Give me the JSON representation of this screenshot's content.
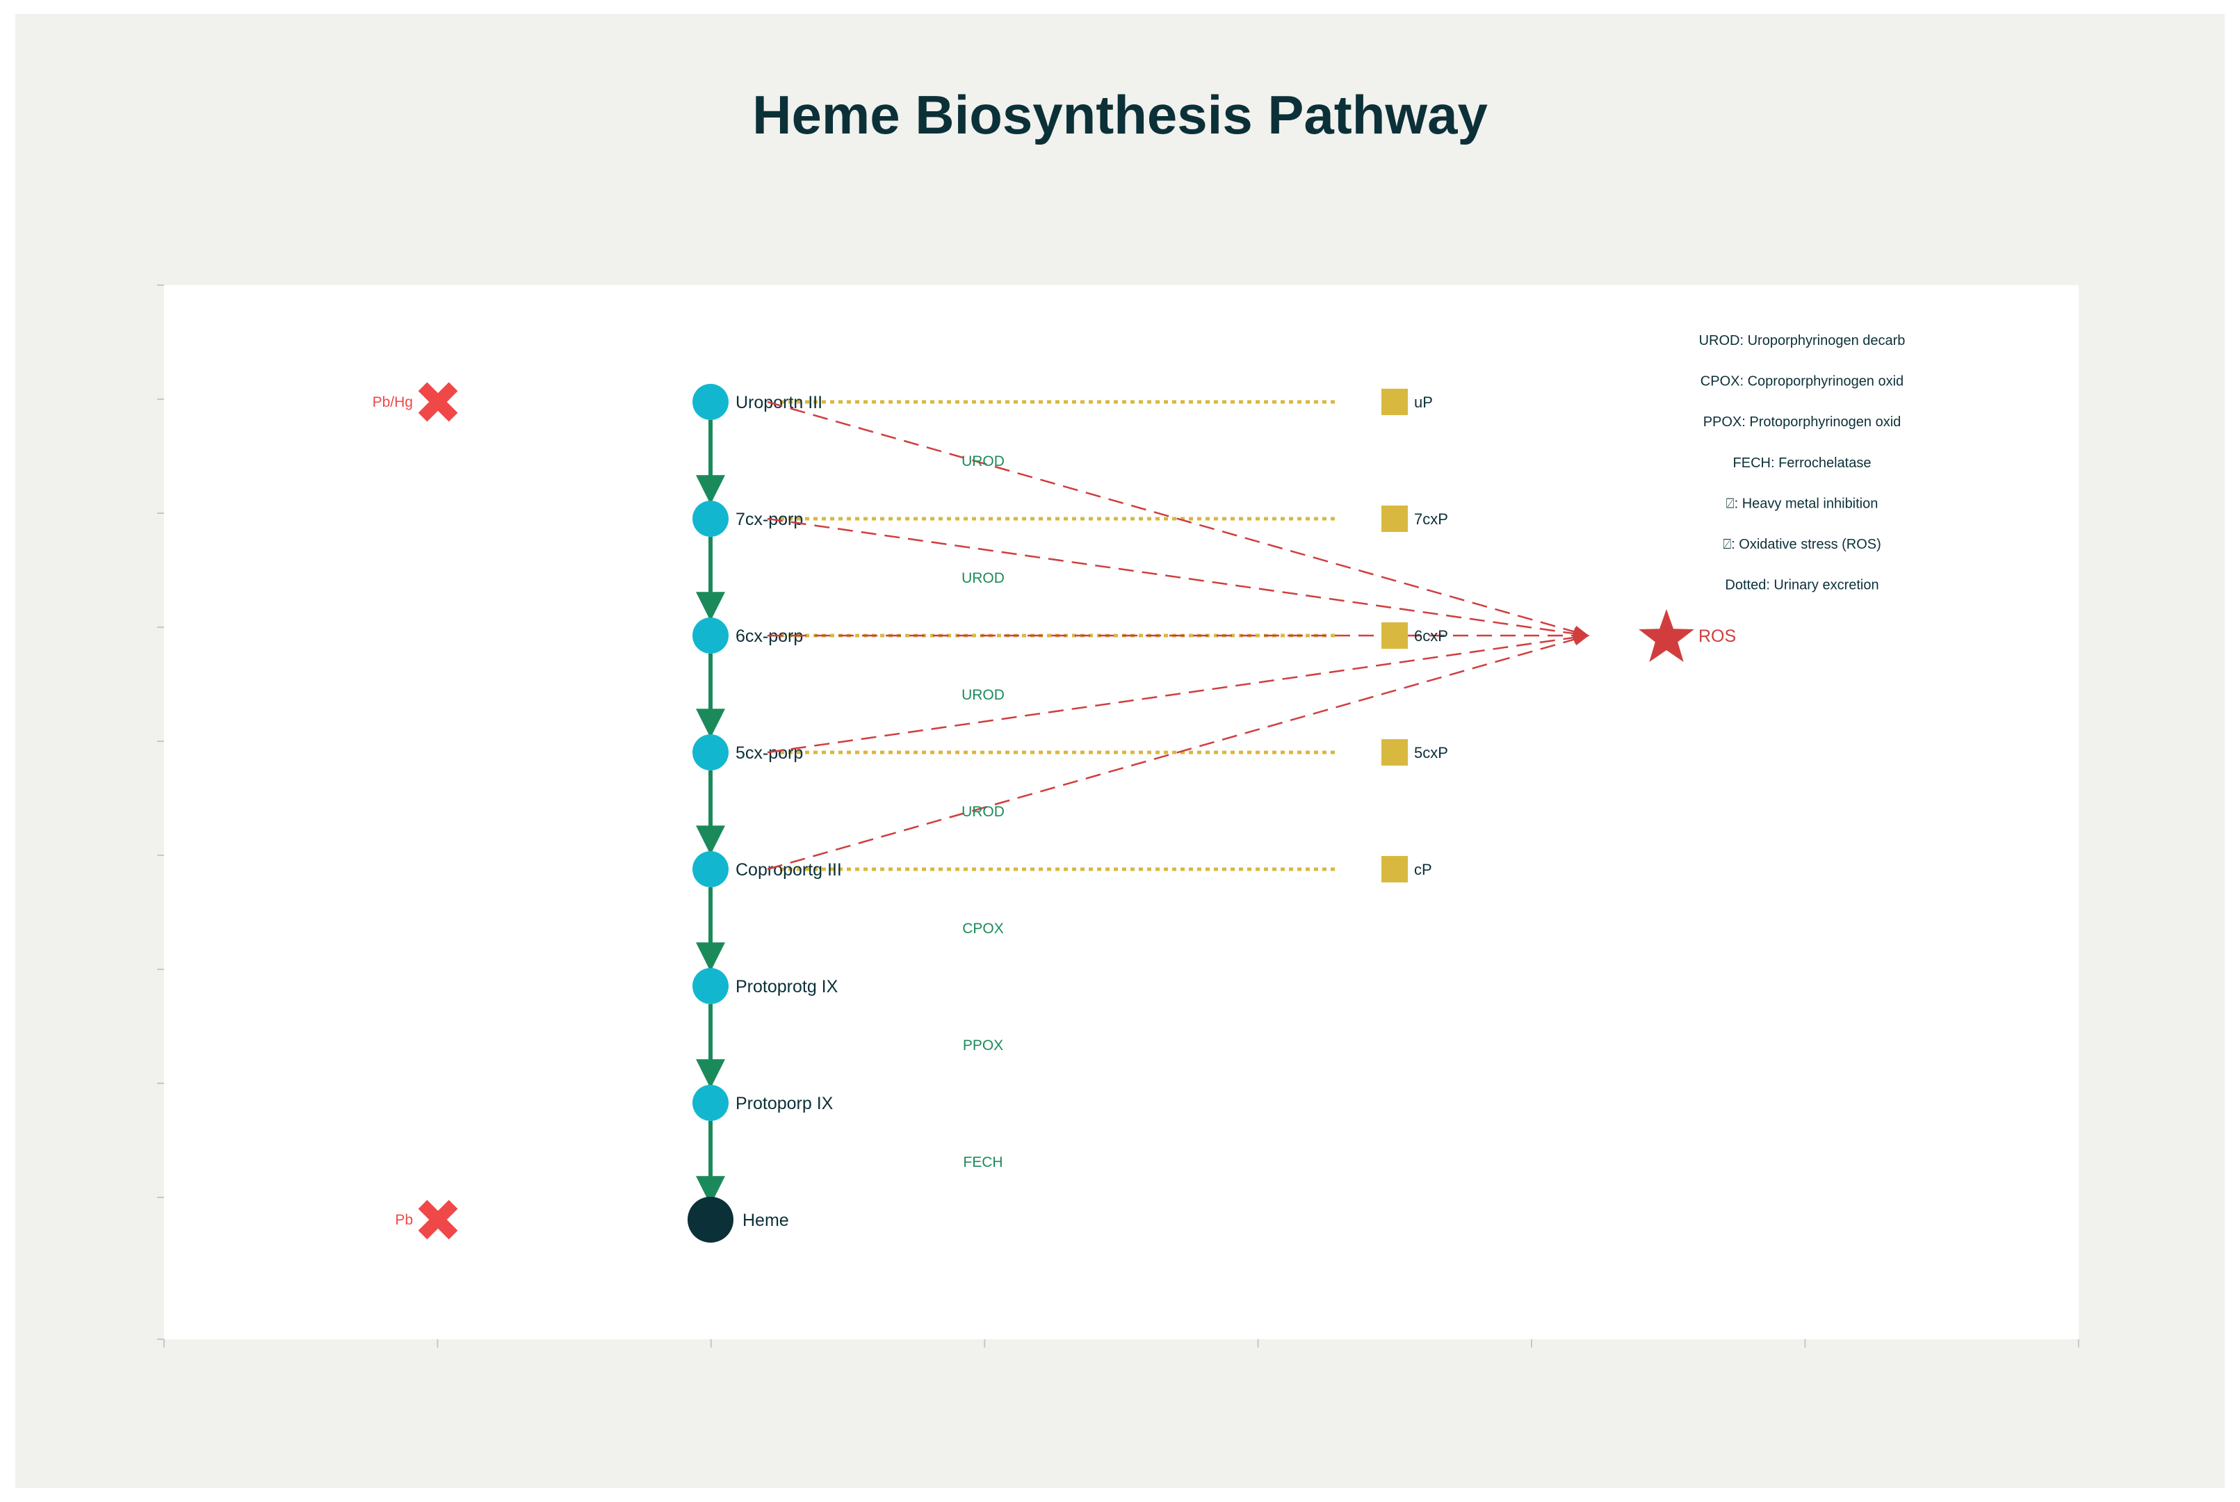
{
  "title": "Heme Biosynthesis Pathway",
  "colors": {
    "background": "#f1f1ed",
    "plot_background": "#ffffff",
    "pathway_arrow": "#1b8a5a",
    "intermediate_node": "#12b7cf",
    "heme_node": "#0b3038",
    "inhibitor": "#f04848",
    "excretion": "#d9b840",
    "ros": "#d13d3d",
    "enzyme_label": "#1b8a5a",
    "text": "#0b3038"
  },
  "pathway": {
    "nodes": [
      {
        "label": "Uroportn III",
        "terminal": false
      },
      {
        "label": "7cx-porp",
        "terminal": false
      },
      {
        "label": "6cx-porp",
        "terminal": false
      },
      {
        "label": "5cx-porp",
        "terminal": false
      },
      {
        "label": "Coproportg III",
        "terminal": false
      },
      {
        "label": "Protoprotg IX",
        "terminal": false
      },
      {
        "label": "Protoporp IX",
        "terminal": false
      },
      {
        "label": "Heme",
        "terminal": true
      }
    ],
    "enzymes": [
      "UROD",
      "UROD",
      "UROD",
      "UROD",
      "CPOX",
      "PPOX",
      "FECH"
    ]
  },
  "inhibitors": [
    {
      "label": "Pb/Hg",
      "icon": "x-mark-icon",
      "step": 0
    },
    {
      "label": "Pb",
      "icon": "x-mark-icon",
      "step": 7
    }
  ],
  "excretion": [
    {
      "label": "uP",
      "icon": "square-icon",
      "step": 0
    },
    {
      "label": "7cxP",
      "icon": "square-icon",
      "step": 1
    },
    {
      "label": "6cxP",
      "icon": "square-icon",
      "step": 2
    },
    {
      "label": "5cxP",
      "icon": "square-icon",
      "step": 3
    },
    {
      "label": "cP",
      "icon": "square-icon",
      "step": 4
    }
  ],
  "ros": {
    "label": "ROS",
    "icon": "star-icon",
    "sources": [
      0,
      1,
      2,
      3,
      4
    ]
  },
  "legend": [
    "UROD: Uroporphyrinogen decarb",
    "CPOX: Coproporphyrinogen oxid",
    "PPOX: Protoporphyrinogen oxid",
    "FECH: Ferrochelatase",
    "⍁: Heavy metal inhibition",
    "⍁: Oxidative stress (ROS)",
    "Dotted: Urinary excretion"
  ]
}
